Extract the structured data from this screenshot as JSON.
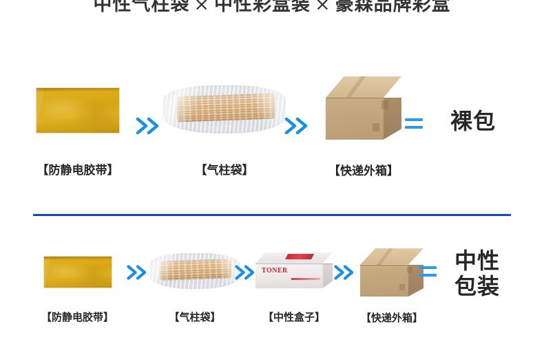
{
  "title": {
    "part1": "中性气柱袋",
    "sep1": "×",
    "part2": "中性彩盒装",
    "sep2": "×",
    "part3": "豪森品牌彩盒"
  },
  "colors": {
    "accent_blue": "#1a8fe3",
    "divider_blue": "#1a44c8",
    "tape_yellow": "#d8a614",
    "carton_kraft": "#cbae86",
    "toner_red": "#c31f2a",
    "text_dark": "#262626"
  },
  "rows": [
    {
      "id": "bare-packing",
      "steps": [
        {
          "label": "【防静电胶带】",
          "art": "antistatic-tape"
        },
        {
          "label": "【气柱袋】",
          "art": "air-column-bag"
        },
        {
          "label": "【快递外箱】",
          "art": "shipping-carton"
        }
      ],
      "operator_arrow": "»",
      "operator_equals": "=",
      "result": "裸包"
    },
    {
      "id": "neutral-packing",
      "steps": [
        {
          "label": "【防静电胶带】",
          "art": "antistatic-tape"
        },
        {
          "label": "【气柱袋】",
          "art": "air-column-bag"
        },
        {
          "label": "【中性盒子】",
          "art": "neutral-toner-box"
        },
        {
          "label": "【快递外箱】",
          "art": "shipping-carton"
        }
      ],
      "operator_arrow": "»",
      "operator_equals": "=",
      "result": "中性\n包装",
      "toner_box_text": "TONER"
    }
  ]
}
